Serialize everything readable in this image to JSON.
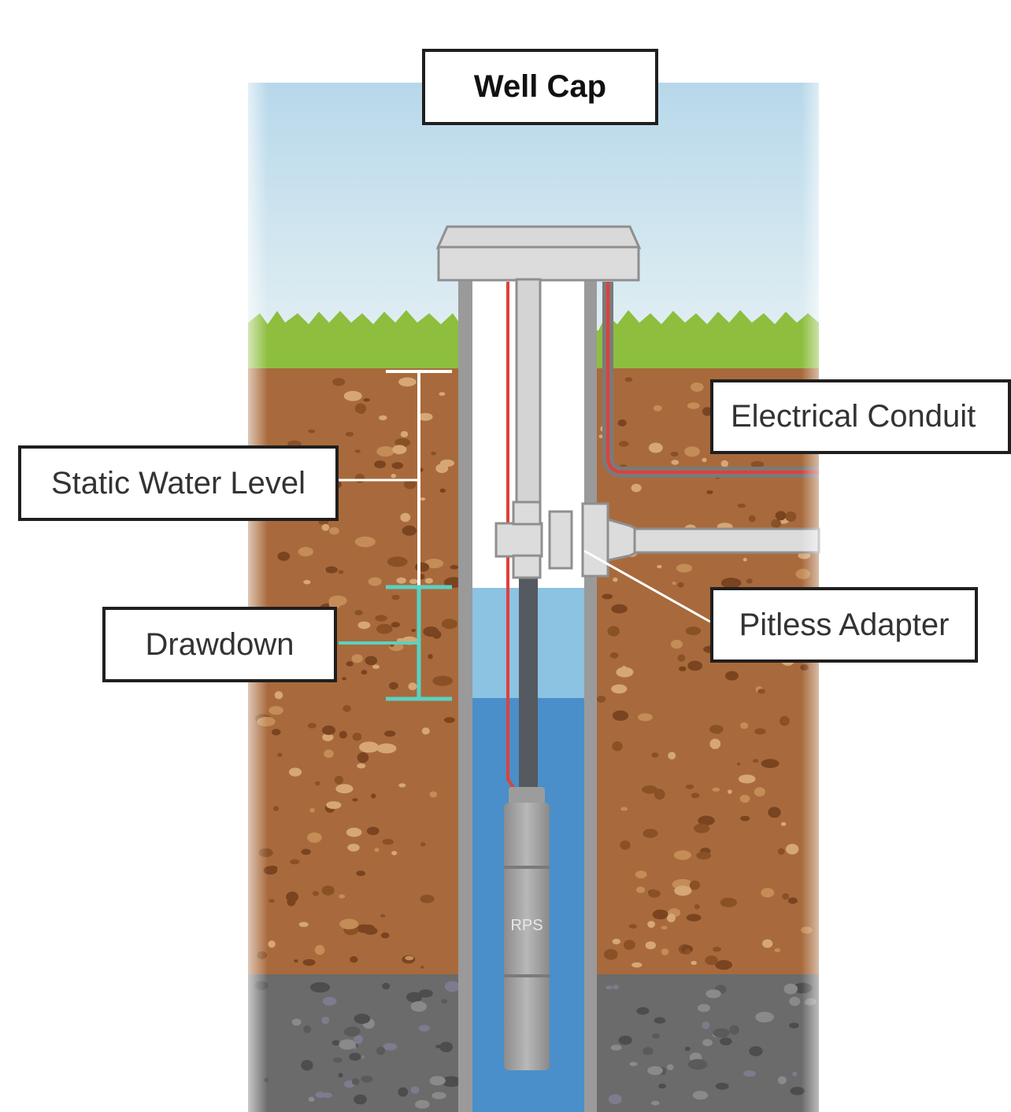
{
  "labels": {
    "well_cap": "Well Cap",
    "static_water_level": "Static Water Level",
    "drawdown": "Drawdown",
    "electrical_conduit": "Electrical Conduit",
    "pitless_adapter": "Pitless Adapter",
    "pump_brand": "RPS"
  },
  "colors": {
    "sky": "#bcdbea",
    "grass": "#8dbe3e",
    "soil": "#a86a3c",
    "bedrock": "#6e6e6e",
    "water": "#4a90c8",
    "water_light": "#8cc2e2",
    "casing": "#9a9a9a",
    "wire": "#e0403a",
    "drawdown_marker": "#59d1c4",
    "static_marker": "#ffffff"
  }
}
